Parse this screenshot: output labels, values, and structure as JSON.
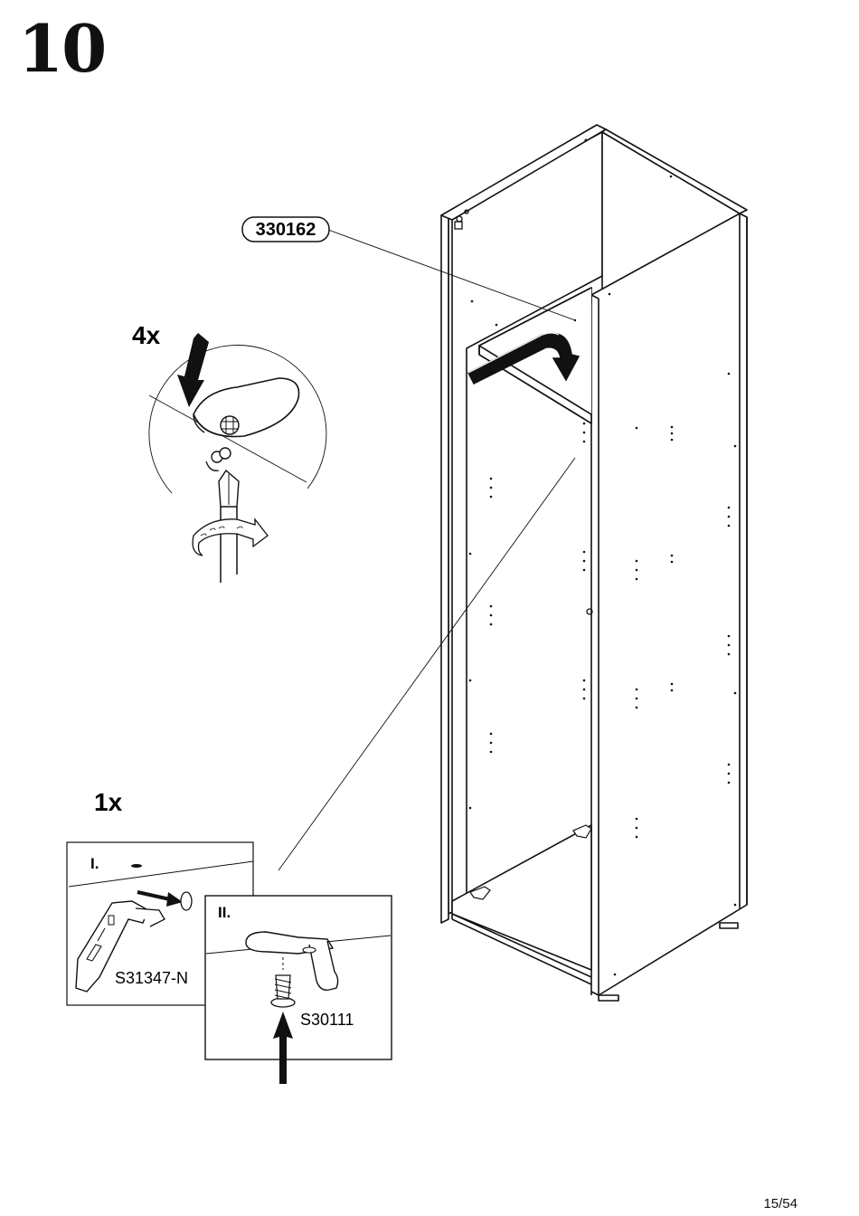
{
  "step": {
    "number": "10"
  },
  "main_part": {
    "code": "330162"
  },
  "detail_connector": {
    "quantity": "4x"
  },
  "detail_leg": {
    "quantity": "1x",
    "stage_one": {
      "label": "I.",
      "part_code": "S31347-N"
    },
    "stage_two": {
      "label": "II.",
      "part_code": "S30111"
    }
  },
  "footer": {
    "page": "15/54"
  }
}
